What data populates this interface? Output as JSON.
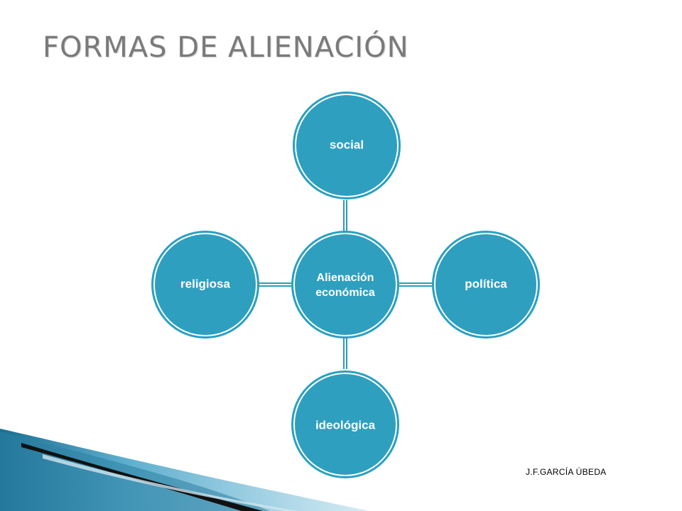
{
  "slide": {
    "title": "FORMAS DE ALIENACIÓN",
    "author": "J.F.GARCÍA ÚBEDA"
  },
  "diagram": {
    "center": {
      "label_line1": "Alienación",
      "label_line2": "económica"
    },
    "nodes": {
      "top": "social",
      "right": "política",
      "bottom": "ideológica",
      "left": "religiosa"
    }
  },
  "colors": {
    "node_fill": "#2e9fbf",
    "node_ring": "#ffffff",
    "node_outline": "#2aa0c0",
    "connector": "#2a9cbd",
    "title": "#7a7a7a",
    "deco_dark": "#111111",
    "deco_light": "#8fc8de"
  }
}
